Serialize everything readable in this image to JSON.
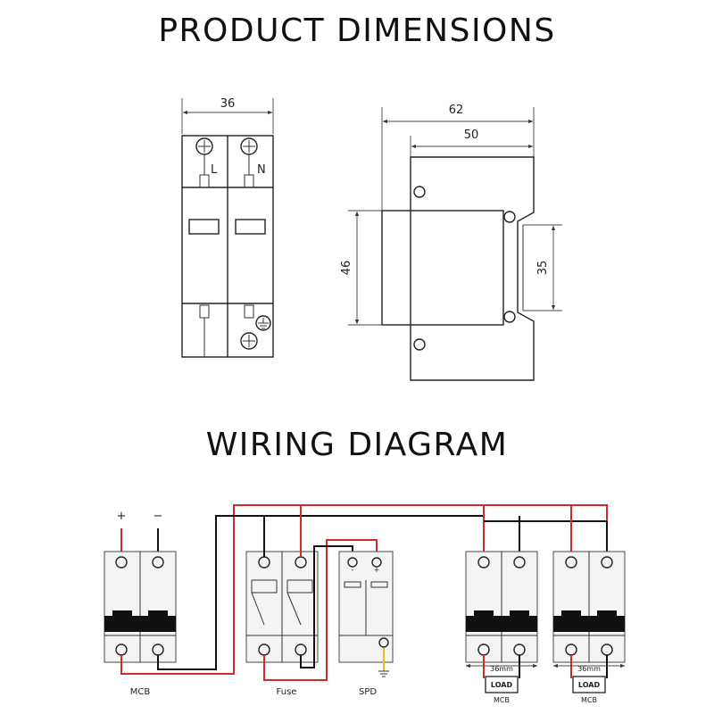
{
  "headings": {
    "dimensions": "PRODUCT DIMENSIONS",
    "wiring": "WIRING DIAGRAM"
  },
  "front_view": {
    "width": "36",
    "terminal_L": "L",
    "terminal_N": "N"
  },
  "side_view": {
    "depth_total": "62",
    "depth_body": "50",
    "height": "46",
    "rail_height": "35"
  },
  "wiring": {
    "plus": "+",
    "minus": "−",
    "spd_minus": "-",
    "spd_plus": "+",
    "mcb_label": "MCB",
    "fuse_label": "Fuse",
    "spd_label": "SPD",
    "load_label": "LOAD",
    "load_mcb_label": "MCB",
    "width_36mm": "36mm"
  },
  "colors": {
    "positive_wire": "#d22b2b",
    "negative_wire": "#111111"
  }
}
